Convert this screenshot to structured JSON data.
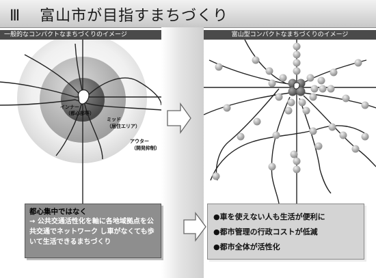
{
  "title": {
    "number": "Ⅲ",
    "text": "富山市が目指すまちづくり"
  },
  "left_panel": {
    "header": "一般的なコンパクトなまちづくりのイメージ",
    "zones": {
      "inner_name": "インナー",
      "inner_desc": "（都心部等）",
      "mid_name": "ミッド",
      "mid_desc": "（居住エリア）",
      "outer_name": "アウター",
      "outer_desc": "（開発抑制）"
    },
    "box": {
      "heading": "都心集中ではなく",
      "body": "→ 公共交通活性化を軸に各地域拠点を公共交通でネットワーク し車がなくても歩いて生活できるまちづくり"
    }
  },
  "right_panel": {
    "header": "富山型コンパクトなまちづくりのイメージ",
    "benefits": [
      "●車を使えない人も生活が便利に",
      "●都市管理の行政コストが低減",
      "●都市全体が活性化"
    ]
  },
  "colors": {
    "header_bg": "#4a4a4a",
    "left_box_bg": "#8e8e8e",
    "right_box_bg": "#d4d4d4",
    "sphere": "#b5b5b5"
  }
}
